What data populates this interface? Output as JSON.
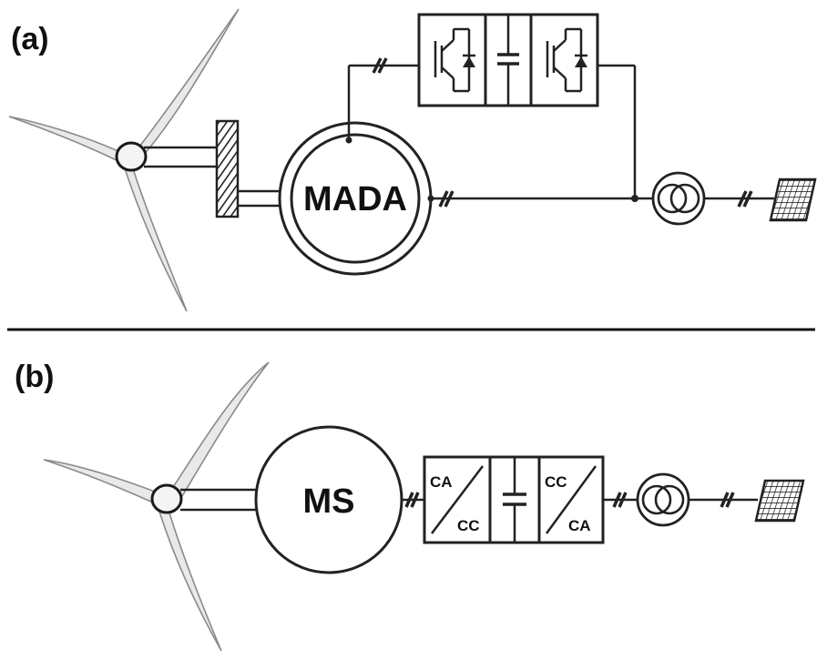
{
  "panels": [
    {
      "label": "(a)",
      "machine": "MADA"
    },
    {
      "label": "(b)",
      "machine": "MS",
      "converter_left": {
        "top": "CA",
        "bottom": "CC"
      },
      "converter_right": {
        "top": "CC",
        "bottom": "CA"
      }
    }
  ]
}
